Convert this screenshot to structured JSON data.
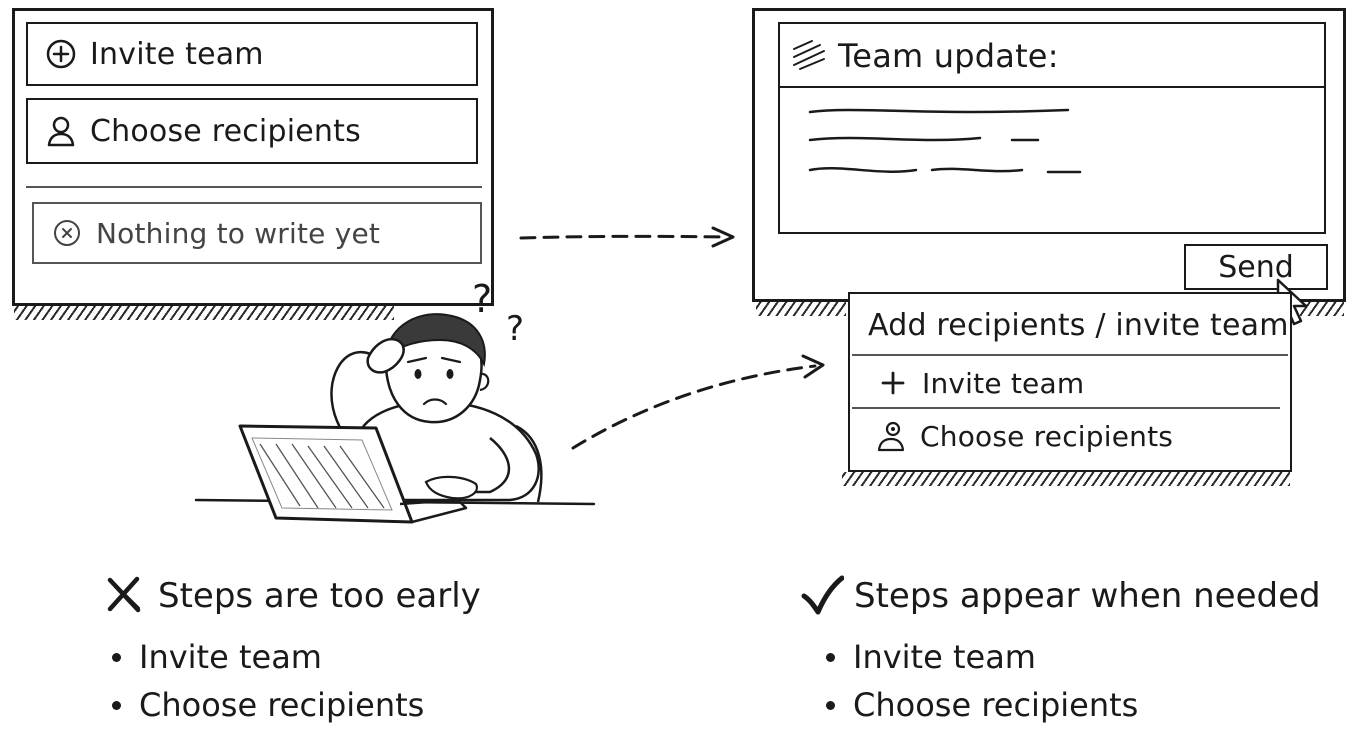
{
  "left_panel": {
    "invite_label": "Invite team",
    "choose_label": "Choose recipients",
    "empty_label": "Nothing to write yet"
  },
  "right_panel": {
    "title": "Team update:",
    "send_label": "Send",
    "menu": {
      "title": "Add recipients / invite team",
      "invite_label": "Invite team",
      "choose_label": "Choose recipients"
    }
  },
  "captions": {
    "bad": {
      "title": "Steps are too early",
      "items": [
        "Invite team",
        "Choose recipients"
      ]
    },
    "good": {
      "title": "Steps appear when needed",
      "items": [
        "Invite team",
        "Choose recipients"
      ]
    }
  },
  "icons": {
    "bad_mark": "x-mark-icon",
    "good_mark": "check-mark-icon"
  }
}
